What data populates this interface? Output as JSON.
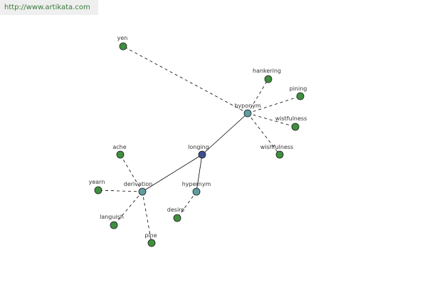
{
  "watermark": "http://www.artikata.com",
  "colors": {
    "root_node": "#3d4f8f",
    "relation_node": "#5f9ea0",
    "word_node": "#3f8f3f",
    "node_stroke": "#1f1f1f",
    "edge": "#000000",
    "watermark_text": "#3a7a3a",
    "watermark_bg": "#efefef"
  },
  "nodes": [
    {
      "id": "longing",
      "label": "longing",
      "kind": "root"
    },
    {
      "id": "hyponym",
      "label": "hyponym",
      "kind": "relation"
    },
    {
      "id": "hypernym",
      "label": "hypernym",
      "kind": "relation"
    },
    {
      "id": "derivation",
      "label": "derivation",
      "kind": "relation"
    },
    {
      "id": "yen",
      "label": "yen",
      "kind": "word"
    },
    {
      "id": "hankering",
      "label": "hankering",
      "kind": "word"
    },
    {
      "id": "pining",
      "label": "pining",
      "kind": "word"
    },
    {
      "id": "wistfulness",
      "label": "wistfulness",
      "kind": "word"
    },
    {
      "id": "wishfulness",
      "label": "wishfulness",
      "kind": "word"
    },
    {
      "id": "desire",
      "label": "desire",
      "kind": "word"
    },
    {
      "id": "ache",
      "label": "ache",
      "kind": "word"
    },
    {
      "id": "yearn",
      "label": "yearn",
      "kind": "word"
    },
    {
      "id": "languish",
      "label": "languish",
      "kind": "word"
    },
    {
      "id": "pine",
      "label": "pine",
      "kind": "word"
    }
  ],
  "edges": [
    {
      "from": "longing",
      "to": "hyponym",
      "style": "solid"
    },
    {
      "from": "longing",
      "to": "hypernym",
      "style": "solid"
    },
    {
      "from": "longing",
      "to": "derivation",
      "style": "solid"
    },
    {
      "from": "hyponym",
      "to": "yen",
      "style": "dashed"
    },
    {
      "from": "hyponym",
      "to": "hankering",
      "style": "dashed"
    },
    {
      "from": "hyponym",
      "to": "pining",
      "style": "dashed"
    },
    {
      "from": "hyponym",
      "to": "wistfulness",
      "style": "dashed"
    },
    {
      "from": "hyponym",
      "to": "wishfulness",
      "style": "dashed"
    },
    {
      "from": "hypernym",
      "to": "desire",
      "style": "dashed"
    },
    {
      "from": "derivation",
      "to": "ache",
      "style": "dashed"
    },
    {
      "from": "derivation",
      "to": "yearn",
      "style": "dashed"
    },
    {
      "from": "derivation",
      "to": "languish",
      "style": "dashed"
    },
    {
      "from": "derivation",
      "to": "pine",
      "style": "dashed"
    }
  ]
}
